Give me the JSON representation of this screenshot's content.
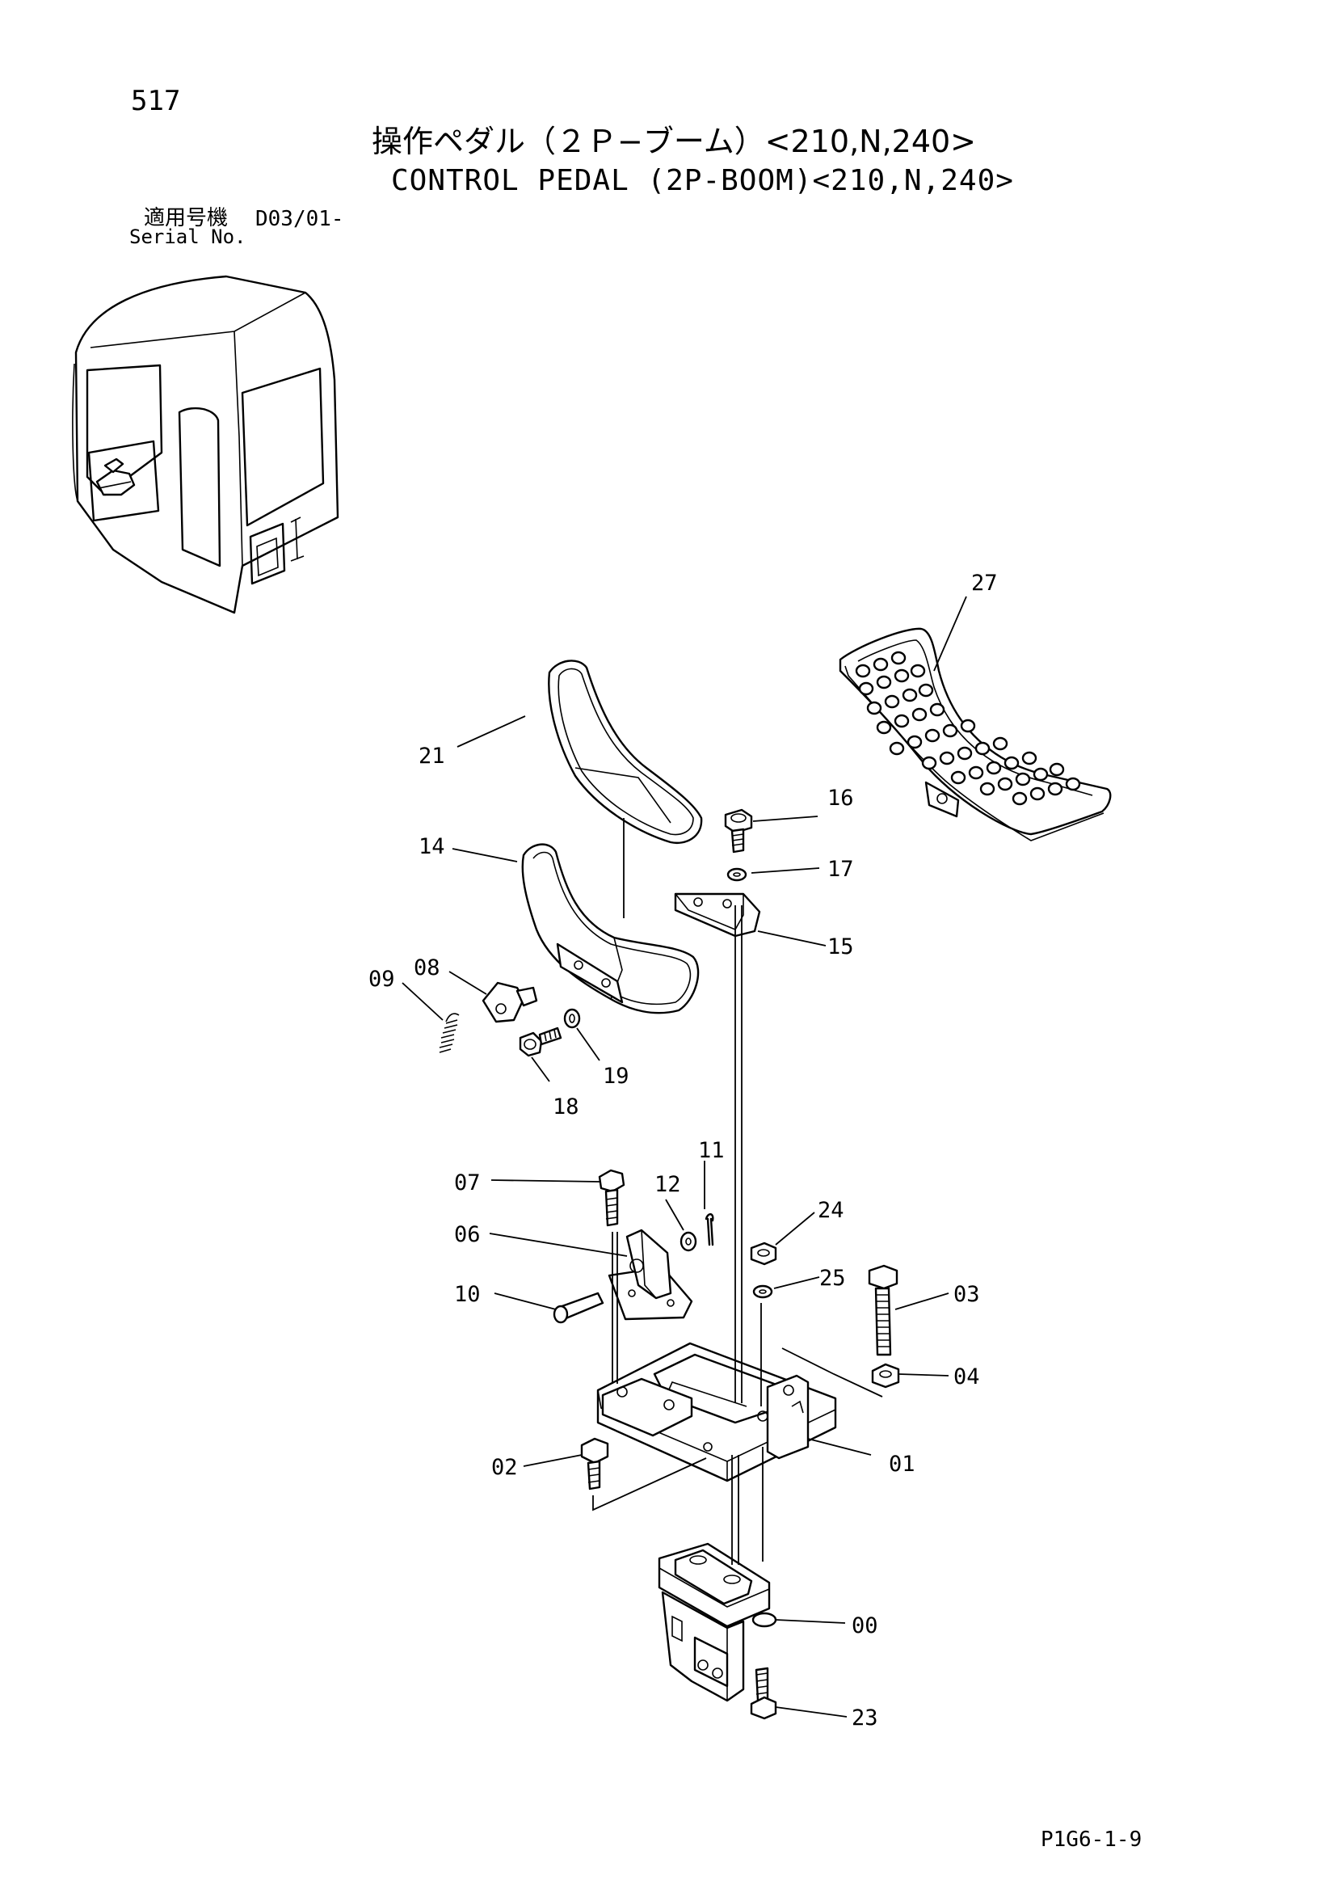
{
  "page_number": "517",
  "title_jp": "操作ペダル（２Ｐ−ブーム）<210,N,240>",
  "title_en": "CONTROL PEDAL (2P-BOOM)<210,N,240>",
  "serial": {
    "label_jp": "適用号機",
    "label_en": "Serial No.",
    "value": "D03/01-"
  },
  "callouts": {
    "p27": "27",
    "p21": "21",
    "p16": "16",
    "p14": "14",
    "p17": "17",
    "p08": "08",
    "p15": "15",
    "p09": "09",
    "p19": "19",
    "p18": "18",
    "p11": "11",
    "p07": "07",
    "p12": "12",
    "p24": "24",
    "p06": "06",
    "p25": "25",
    "p10": "10",
    "p03": "03",
    "p04": "04",
    "p01": "01",
    "p02": "02",
    "p00": "00",
    "p23": "23"
  },
  "drawing_code": "P1G6-1-9"
}
